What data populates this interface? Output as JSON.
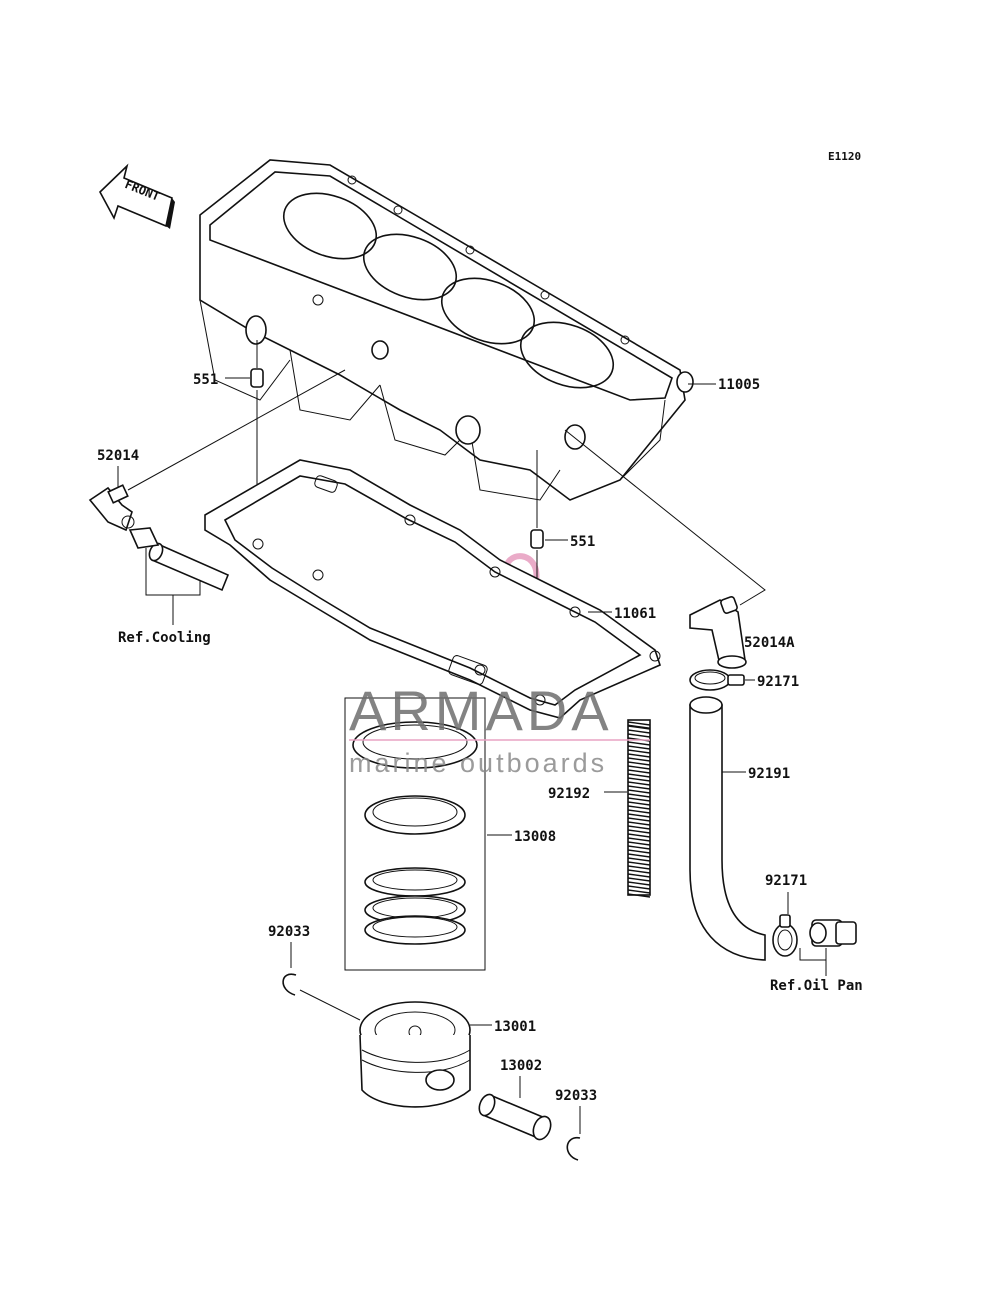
{
  "diagram_code": "E1120",
  "front_arrow": {
    "label": "FRONT"
  },
  "parts": [
    {
      "id": "p-11005",
      "number": "11005"
    },
    {
      "id": "p-551a",
      "number": "551"
    },
    {
      "id": "p-551b",
      "number": "551"
    },
    {
      "id": "p-52014",
      "number": "52014"
    },
    {
      "id": "p-11061",
      "number": "11061"
    },
    {
      "id": "p-52014a",
      "number": "52014A"
    },
    {
      "id": "p-92171a",
      "number": "92171"
    },
    {
      "id": "p-92191",
      "number": "92191"
    },
    {
      "id": "p-92192",
      "number": "92192"
    },
    {
      "id": "p-13008",
      "number": "13008"
    },
    {
      "id": "p-92171b",
      "number": "92171"
    },
    {
      "id": "p-92033a",
      "number": "92033"
    },
    {
      "id": "p-13001",
      "number": "13001"
    },
    {
      "id": "p-13002",
      "number": "13002"
    },
    {
      "id": "p-92033b",
      "number": "92033"
    }
  ],
  "references": {
    "cooling": "Ref.Cooling",
    "oil_pan": "Ref.Oil Pan"
  },
  "watermark": {
    "brand": "ARMADA",
    "tagline": "marine outboards",
    "colors": {
      "logo": "#e8a3c3",
      "text": "#6e6e6e"
    }
  }
}
